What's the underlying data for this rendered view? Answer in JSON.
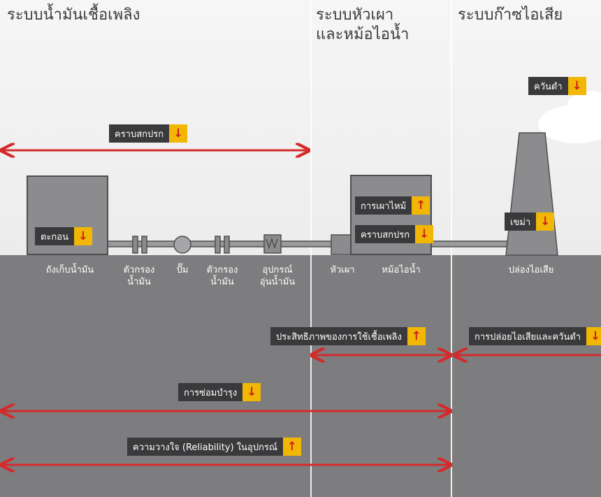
{
  "sections": {
    "fuel": "ระบบน้ำมันเชื้อเพลิง",
    "burner": "ระบบหัวเผา\nและหม้อไอน้ำ",
    "exhaust": "ระบบก๊าซไอเสีย"
  },
  "components": {
    "tank": "ถังเก็บน้ำมัน",
    "filter1": "ตัวกรอง\nน้ำมัน",
    "pump": "ปั๊ม",
    "filter2": "ตัวกรอง\nน้ำมัน",
    "heater": "อุปกรณ์\nอุ่นน้ำมัน",
    "burner": "หัวเผา",
    "boiler": "หม้อไอน้ำ",
    "stack": "ปล่องไอเสีย"
  },
  "badges": {
    "black_smoke": {
      "text": "ควันดำ",
      "arrow": "↓"
    },
    "dirt_fuel": {
      "text": "คราบสกปรก",
      "arrow": "↓"
    },
    "sediment": {
      "text": "ตะกอน",
      "arrow": "↓"
    },
    "combustion": {
      "text": "การเผาไหม้",
      "arrow": "↑"
    },
    "dirt_boiler": {
      "text": "คราบสกปรก",
      "arrow": "↓"
    },
    "soot": {
      "text": "เขม่า",
      "arrow": "↓"
    },
    "efficiency": {
      "text": "ประสิทธิภาพของการใช้เชื้อเพลิง",
      "arrow": "↑"
    },
    "emissions": {
      "text": "การปล่อยไอเสียและควันดำ",
      "arrow": "↓"
    },
    "maintenance": {
      "text": "การซ่อมบำรุง",
      "arrow": "↓"
    },
    "reliability": {
      "text": "ความวางใจ (Reliability) ในอุปกรณ์",
      "arrow": "↑"
    }
  },
  "colors": {
    "arrow": "#d42a2a",
    "badge_bg": "#3a3a3c",
    "badge_accent": "#f2b705",
    "ground": "#7d7d7f"
  }
}
